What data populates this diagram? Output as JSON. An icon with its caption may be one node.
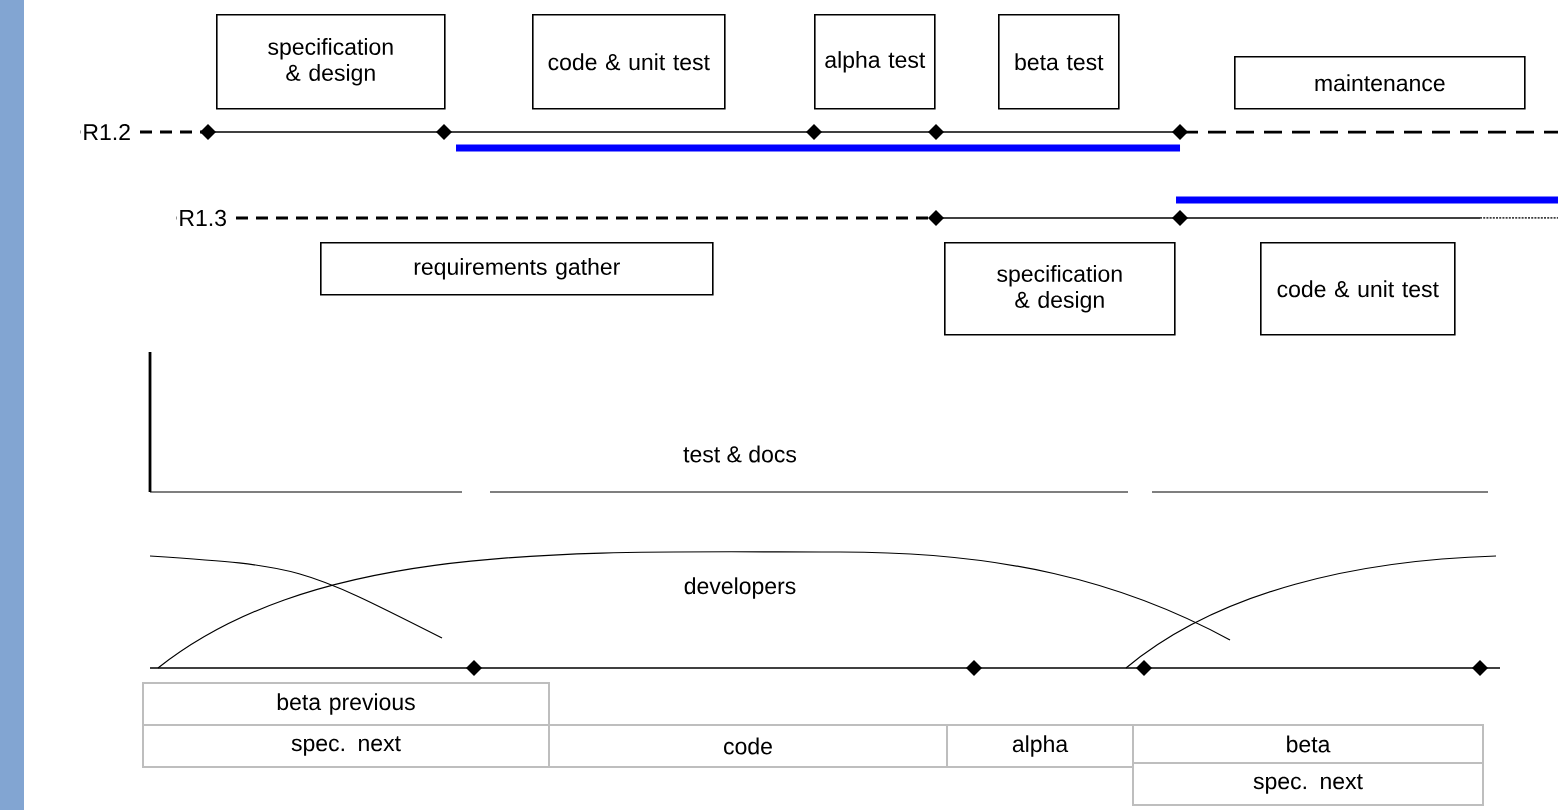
{
  "diagram": {
    "nodes": [
      {
        "text": [
          "specification & design"
        ]
      },
      {
        "text": [
          "code & unit test"
        ]
      },
      {
        "text": [
          "alpha test"
        ]
      },
      {
        "text": [
          "beta test"
        ]
      },
      {
        "text": [
          "maintenance"
        ]
      },
      {
        "text": [
          "requirements gather"
        ]
      },
      {
        "text": [
          "specification & design"
        ]
      },
      {
        "text": [
          "code & unit test"
        ]
      },
      {
        "text": [
          "beta previous"
        ]
      },
      {
        "text": [
          "spec. next"
        ]
      },
      {
        "text": [
          "code"
        ]
      },
      {
        "text": [
          "alpha"
        ]
      },
      {
        "text": [
          "beta"
        ]
      },
      {
        "text": [
          "spec. next"
        ]
      }
    ],
    "labels": [
      "R1.2",
      "R1.3",
      "test & docs",
      "developers"
    ]
  }
}
